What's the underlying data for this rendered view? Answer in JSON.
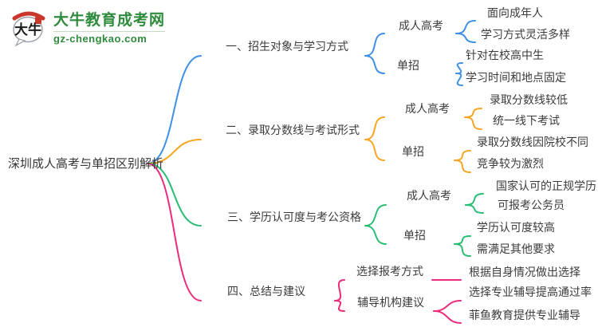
{
  "logo": {
    "icon_text": "大牛",
    "site_name": "大牛教育成考网",
    "site_url": "gz-chengkao.com"
  },
  "root": {
    "label": "深圳成人高考与单招区别解析"
  },
  "colors": {
    "branch1": "#3F8FE5",
    "branch2": "#F6A623",
    "branch3": "#27BD73",
    "branch4": "#EC2A7C",
    "logo_green": "#2E8B3C",
    "logo_red": "#C9372C",
    "text": "#3B3B3B"
  },
  "branches": [
    {
      "label": "一、招生对象与学习方式",
      "color": "#3F8FE5",
      "children": [
        {
          "label": "成人高考",
          "children": [
            {
              "label": "面向成年人"
            },
            {
              "label": "学习方式灵活多样"
            }
          ]
        },
        {
          "label": "单招",
          "children": [
            {
              "label": "针对在校高中生"
            },
            {
              "label": "学习时间和地点固定"
            }
          ]
        }
      ]
    },
    {
      "label": "二、录取分数线与考试形式",
      "color": "#F6A623",
      "children": [
        {
          "label": "成人高考",
          "children": [
            {
              "label": "录取分数线较低"
            },
            {
              "label": "统一线下考试"
            }
          ]
        },
        {
          "label": "单招",
          "children": [
            {
              "label": "录取分数线因院校不同"
            },
            {
              "label": "竞争较为激烈"
            }
          ]
        }
      ]
    },
    {
      "label": "三、学历认可度与考公资格",
      "color": "#27BD73",
      "children": [
        {
          "label": "成人高考",
          "children": [
            {
              "label": "国家认可的正规学历"
            },
            {
              "label": "可报考公务员"
            }
          ]
        },
        {
          "label": "单招",
          "children": [
            {
              "label": "学历认可度较高"
            },
            {
              "label": "需满足其他要求"
            }
          ]
        }
      ]
    },
    {
      "label": "四、总结与建议",
      "color": "#EC2A7C",
      "children": [
        {
          "label": "选择报考方式",
          "children": [
            {
              "label": "根据自身情况做出选择"
            }
          ]
        },
        {
          "label": "辅导机构建议",
          "children": [
            {
              "label": "选择专业辅导提高通过率"
            },
            {
              "label": "菲鱼教育提供专业辅导"
            }
          ]
        }
      ]
    }
  ]
}
